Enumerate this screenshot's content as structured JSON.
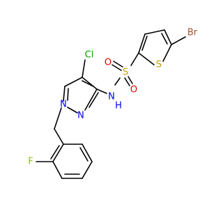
{
  "molecule": {
    "atoms": {
      "br": {
        "label": "Br",
        "color": "#a0522d"
      },
      "s_ring": {
        "label": "S",
        "color": "#c8a000"
      },
      "s_sulfonyl": {
        "label": "S",
        "color": "#c8a000"
      },
      "o_top": {
        "label": "O",
        "color": "#e00000"
      },
      "o_bottom": {
        "label": "O",
        "color": "#e00000"
      },
      "n_h": {
        "label": "N",
        "color": "#0000ee"
      },
      "h_nh": {
        "label": "H",
        "color": "#0000ee"
      },
      "cl": {
        "label": "Cl",
        "color": "#00a000"
      },
      "n1_pyrazole": {
        "label": "N",
        "color": "#0000ee"
      },
      "n2_pyrazole": {
        "label": "N",
        "color": "#0000ee"
      },
      "f": {
        "label": "F",
        "color": "#90c000"
      }
    }
  }
}
